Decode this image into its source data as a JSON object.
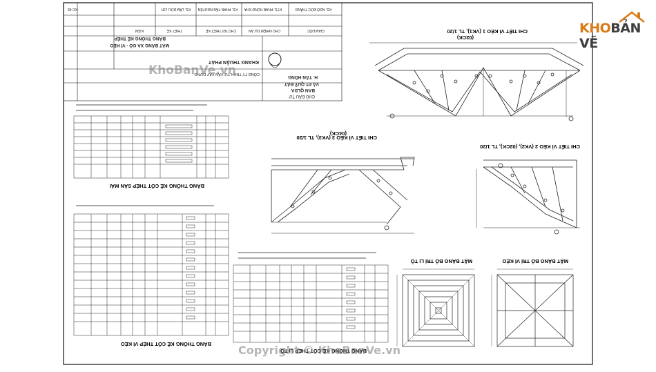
{
  "watermark": {
    "top": "KhoBanVe.vn",
    "bottom": "Copyright © KhoBanVe.vn"
  },
  "logo": {
    "kho": "KHO",
    "banve": "BẢN VẼ"
  },
  "drawings": {
    "truss1": "CHI TIẾT VÌ KÈO 1 (VK1), TL 1/20",
    "truss1_qty": "(02CK)",
    "truss3": "CHI TIẾT VÌ KÈO 3 (VK3), TL 1/20",
    "truss3_qty": "(04CK)",
    "truss2": "CHI TIẾT VÌ KÈO 2 (VK2), (02CK), TL 1/20",
    "plan_tie": "MẶT BẰNG BỐ TRÍ VÌ KÈO",
    "plan_purlin": "MẶT BẰNG BỐ TRÍ LI TÔ"
  },
  "tables": {
    "purlin_steel": "BẢNG THỐNG KÊ CỐT THÉP LI TÔ",
    "truss_steel": "BẢNG THỐNG KÊ CỐT THÉP VÌ KÈO",
    "floor_steel": "BẢNG THỐNG KÊ CỐT THÉP SÀN MÁI"
  },
  "title_block": {
    "company": "CÔNG TY TNHH TƯ VẤN XÂY DỰNG",
    "company_name": "KHANG THUẬN PHÁT",
    "sheet_title_1": "MẶT BẰNG XÀ GỒ - VÌ KÈO",
    "sheet_title_2": "BẢNG THỐNG KÊ THÉP",
    "owner_label": "CHỦ ĐẦU TƯ",
    "owner": "BAN QLDA",
    "project_label": "VÀ PT QUỸ ĐẤT",
    "project": "H. TÂN HỒNG",
    "sheet_no": "KC-05",
    "roles": [
      "GIÁM ĐỐC",
      "CHỦ NHIỆM DỰ ÁN",
      "CHỦ TRÌ THIẾT KẾ",
      "THIẾT KẾ",
      "KIỂM"
    ],
    "names": [
      "KS. NGÔ ĐỨC THẮNG",
      "KTS. PHAN HÙNG KHA",
      "KS. PHAN TẤN NGUYÊN",
      "KS. LÂM BỬU LỢI"
    ]
  }
}
